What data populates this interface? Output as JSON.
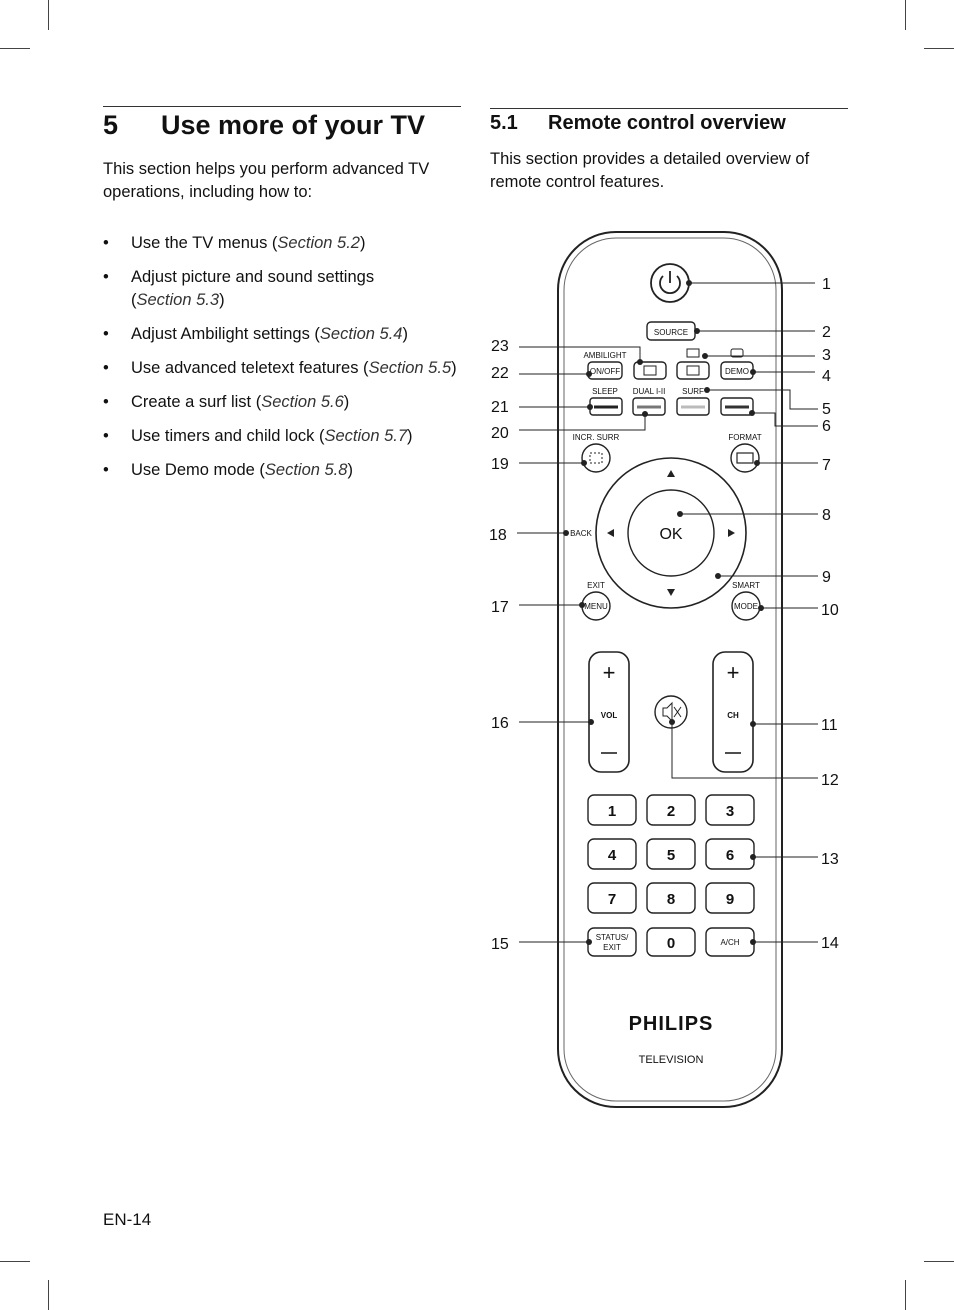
{
  "section": {
    "number": "5",
    "title": "Use more of your TV",
    "intro": "This section helps you perform advanced TV operations, including how to:",
    "items": [
      {
        "text": "Use the TV menus (",
        "ref": "Section 5.2",
        "close": ")"
      },
      {
        "text": "Adjust picture and sound settings (",
        "ref": "Section 5.3",
        "close": ")"
      },
      {
        "text": "Adjust Ambilight settings (",
        "ref": "Section 5.4",
        "close": ")"
      },
      {
        "text": "Use advanced teletext features (",
        "ref": "Section 5.5",
        "close": ")"
      },
      {
        "text": "Create a surf list (",
        "ref": "Section 5.6",
        "close": ")"
      },
      {
        "text": "Use timers and child lock (",
        "ref": "Section 5.7",
        "close": ")"
      },
      {
        "text": "Use Demo mode (",
        "ref": "Section 5.8",
        "close": ")"
      }
    ]
  },
  "subsection": {
    "number": "5.1",
    "title": "Remote control overview",
    "intro": "This section provides a detailed overview of remote control features."
  },
  "remote": {
    "labels": {
      "source": "SOURCE",
      "ambilight": "AMBILIGHT",
      "on_off": "ON/OFF",
      "demo": "DEMO",
      "sleep": "SLEEP",
      "dual": "DUAL I-II",
      "surf": "SURF",
      "incr_surr": "INCR. SURR",
      "format": "FORMAT",
      "back": "BACK",
      "ok": "OK",
      "exit": "EXIT",
      "menu": "MENU",
      "smart": "SMART",
      "mode": "MODE",
      "vol": "VOL",
      "ch": "CH",
      "status": "STATUS/",
      "status_exit": "EXIT",
      "a_ch": "A/CH",
      "brand": "PHILIPS",
      "television": "TELEVISION"
    },
    "keys": [
      "1",
      "2",
      "3",
      "4",
      "5",
      "6",
      "7",
      "8",
      "9",
      "0"
    ],
    "callouts": [
      "1",
      "2",
      "3",
      "4",
      "5",
      "6",
      "7",
      "8",
      "9",
      "10",
      "11",
      "12",
      "13",
      "14",
      "15",
      "16",
      "17",
      "18",
      "19",
      "20",
      "21",
      "22",
      "23"
    ]
  },
  "footer": {
    "page": "EN-14"
  }
}
